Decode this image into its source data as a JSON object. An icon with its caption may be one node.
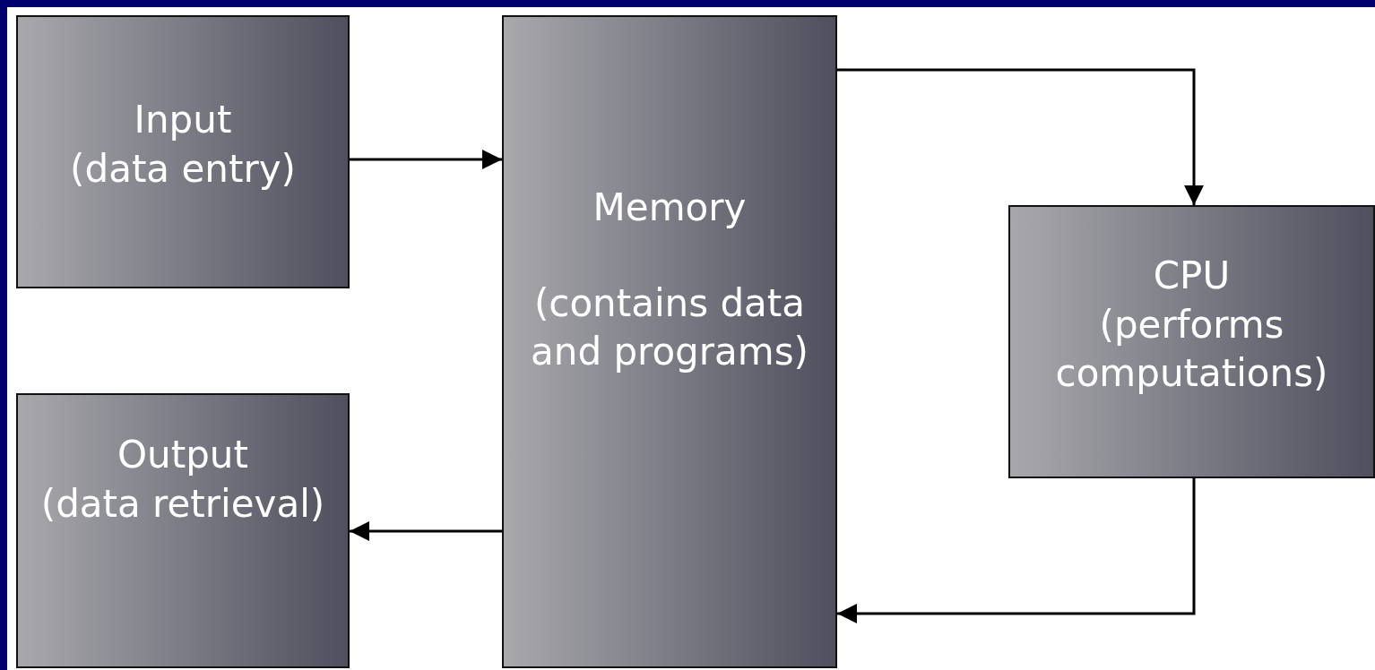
{
  "diagram": {
    "nodes": [
      {
        "text": [
          "Input",
          "(data entry)"
        ]
      },
      {
        "text": [
          "Memory",
          "(contains data and programs)"
        ]
      },
      {
        "text": [
          "CPU",
          "(performs computations)"
        ]
      },
      {
        "text": [
          "Output",
          "(data retrieval)"
        ]
      }
    ],
    "edges": [
      {
        "from": 0,
        "to": 1,
        "arrow": "to"
      },
      {
        "from": 1,
        "to": 2,
        "arrow": "to"
      },
      {
        "from": 1,
        "to": 3,
        "arrow": "to"
      },
      {
        "from": 2,
        "to": 1,
        "arrow": "to"
      }
    ]
  }
}
